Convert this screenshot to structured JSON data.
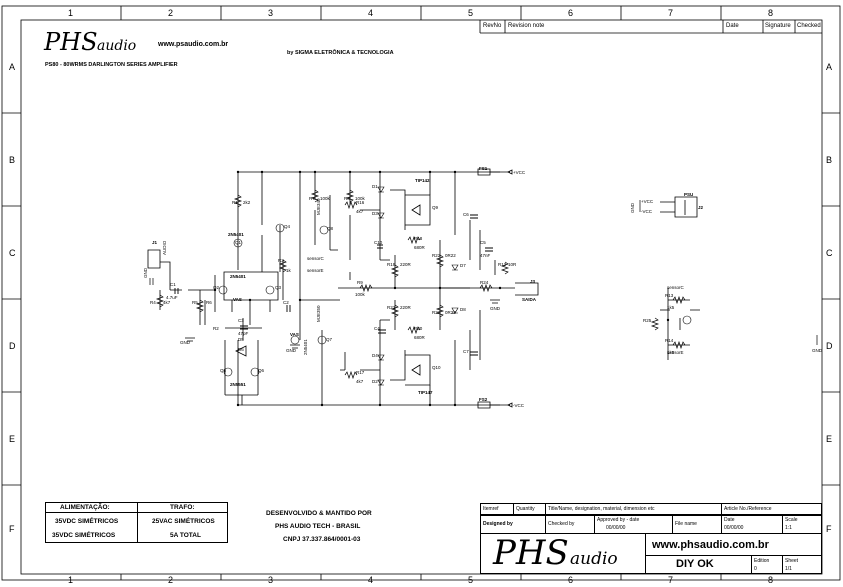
{
  "grid": {
    "columns": [
      "1",
      "2",
      "3",
      "4",
      "5",
      "6",
      "7",
      "8"
    ],
    "rows": [
      "A",
      "B",
      "C",
      "D",
      "E",
      "F"
    ]
  },
  "revision_block": {
    "revno": "RevNo",
    "revision_note": "Revision note",
    "date": "Date",
    "signature": "Signature",
    "checked": "Checked"
  },
  "header": {
    "logo_main": "PHS",
    "logo_sub": "audio",
    "website": "www.psaudio.com.br",
    "subtitle": "PS80 - 80WRMS DARLINGTON SERIES AMPLIFIER",
    "company": "by SIGMA ELETRÔNICA & TECNOLOGIA"
  },
  "schematic": {
    "transistors": {
      "q1": "Q1",
      "q2": "Q2",
      "q3": "Q3",
      "q4": "Q4",
      "q5": "Q5",
      "q6": "Q6",
      "q7": "Q7",
      "q8": "Q8",
      "q9": "Q9",
      "q10": "Q10",
      "t_2n5401_a": "2N5401",
      "t_2n5401_b": "2N5401",
      "t_2n5551": "2N5551",
      "t_mje340": "MJE340",
      "t_mje350": "MJE350",
      "t_tip142": "TIP142",
      "t_tip147": "TIP147",
      "t_2n5401_c": "2N5401",
      "vas_a": "VAS",
      "vas_b": "VAS"
    },
    "resistors": {
      "r1": "R1",
      "r2": "R2",
      "r3": "R3",
      "r4": "R4",
      "r5": "R5",
      "r6": "R6",
      "r7": "R7",
      "r8": "R8",
      "r9": "R9",
      "r10": "R10",
      "r11": "R11",
      "r12": "R12",
      "r13": "R13",
      "r14": "R14",
      "r15": "R15",
      "r16": "R16",
      "r17": "R17",
      "r18": "R18",
      "r19": "R19",
      "r20": "R20",
      "r21": "R21",
      "r22": "R22",
      "r23": "R23",
      "r24": "R24",
      "r25": "R25",
      "v_100k": "100k",
      "v_2k2": "2k2",
      "v_1k": "1k",
      "v_47k": "4k7",
      "v_220": "220R",
      "v_680": "680R",
      "v_22r": "22R",
      "v_10r": "10R",
      "v_0r22": "0R22",
      "v_5k6": "5k6",
      "v_1k5": "1k5"
    },
    "capacitors": {
      "c1": "C1",
      "c2": "C2",
      "c3": "C3",
      "c4": "C4",
      "c5": "C5",
      "c6": "C6",
      "c7": "C7",
      "c8": "C8",
      "c9": "C9",
      "c10": "C10",
      "v_47u": "4.7uF",
      "v_100n": "100nF",
      "v_47n": "47nF",
      "v_22p": "22pF",
      "v_100u": "100uF",
      "v_47p": "47pF"
    },
    "diodes": {
      "d1": "D1",
      "d2": "D2",
      "d3": "D3",
      "d4": "D4",
      "d5": "D5",
      "d6": "D6",
      "d7": "D7",
      "d8": "D8"
    },
    "fuses": {
      "fs1": "FS1",
      "fs2": "FS2"
    },
    "nets": {
      "plus_vcc": "+VCC",
      "minus_vcc": "-VCC",
      "plus_vcc_psu": "+VCC",
      "minus_vcc_psu": "-VCC",
      "sensor_c_a": "sensorC",
      "sensor_e_a": "sensorE",
      "sensor_c_b": "sensorC",
      "sensor_e_b": "sensorE",
      "gnd1": "GND",
      "gnd2": "GND",
      "gnd3": "GND",
      "gnd4": "GND",
      "gnd5": "GND",
      "gnd6": "GND",
      "gnd7": "GND",
      "gnd8": "GND"
    },
    "connectors": {
      "j1": "J1",
      "j2": "J2",
      "j3": "J3",
      "audio": "AUDIO",
      "saida": "SAIDA",
      "psu": "PSU"
    }
  },
  "supply_table": {
    "header_left": "ALIMENTAÇÃO:",
    "header_right": "TRAFO:",
    "row1_left": "35VDC SIMÉTRICOS",
    "row1_right": "25VAC SIMÉTRICOS",
    "row2_left": "35VDC SIMÉTRICOS",
    "row2_right": "5A TOTAL"
  },
  "developer": {
    "line1": "DESENVOLVIDO & MANTIDO POR",
    "line2": "PHS AUDIO TECH - BRASIL",
    "line3": "CNPJ 37.337.864/0001-03"
  },
  "title_block": {
    "itemref": "Itemref",
    "quantity": "Quantity",
    "title_name": "Title/Name, designation, material, dimension etc",
    "article": "Article No./Reference",
    "designed_by": "Designed by",
    "checked_by": "Checked by",
    "approved_by": "Approved by - date",
    "approved_date": "00/00/00",
    "file_name": "File name",
    "date_label": "Date",
    "date_value": "00/00/00",
    "scale_label": "Scale",
    "scale_value": "1:1",
    "logo_main": "PHS",
    "logo_sub": "audio",
    "website": "www.phsaudio.com.br",
    "status": "DIY OK",
    "edition_label": "Edition",
    "edition_value": "0",
    "sheet_label": "Sheet",
    "sheet_value": "1/1"
  }
}
